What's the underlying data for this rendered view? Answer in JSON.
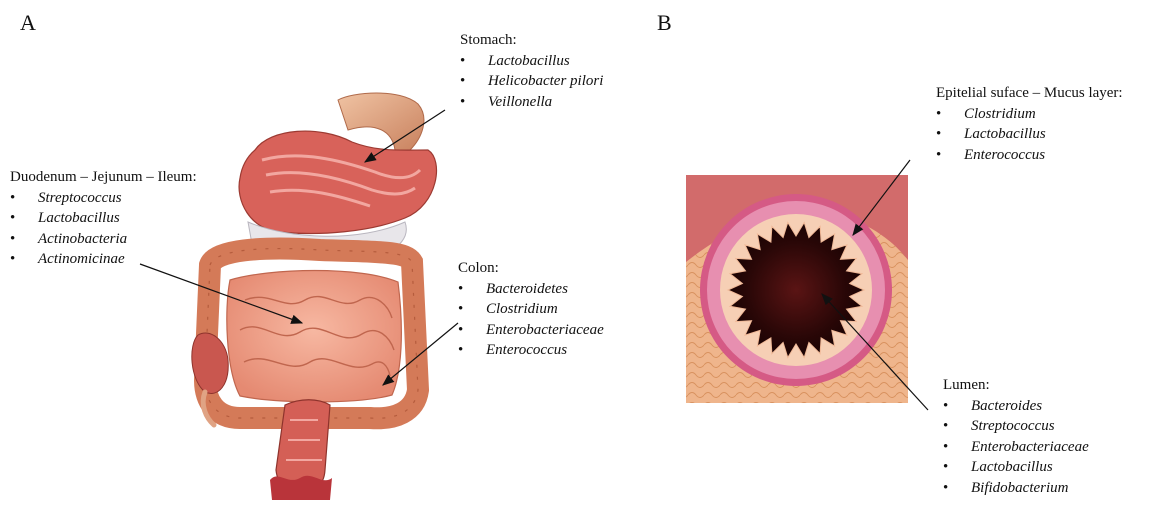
{
  "panel_a": {
    "letter": "A",
    "stomach": {
      "heading": "Stomach:",
      "items": [
        "Lactobacillus",
        "Helicobacter pilori",
        "Veillonella"
      ]
    },
    "duodenum": {
      "heading": "Duodenum – Jejunum – Ileum:",
      "items": [
        "Streptococcus",
        "Lactobacillus",
        "Actinobacteria",
        "Actinomicinae"
      ]
    },
    "colon": {
      "heading": "Colon:",
      "items": [
        "Bacteroidetes",
        "Clostridium",
        "Enterobacteriaceae",
        "Enterococcus"
      ]
    }
  },
  "panel_b": {
    "letter": "B",
    "epithelial": {
      "heading": "Epitelial suface – Mucus layer:",
      "items": [
        "Clostridium",
        "Lactobacillus",
        "Enterococcus"
      ]
    },
    "lumen": {
      "heading": "Lumen:",
      "items": [
        "Bacteroides",
        "Streptococcus",
        "Enterobacteriaceae",
        "Lactobacillus",
        "Bifidobacterium"
      ]
    }
  }
}
